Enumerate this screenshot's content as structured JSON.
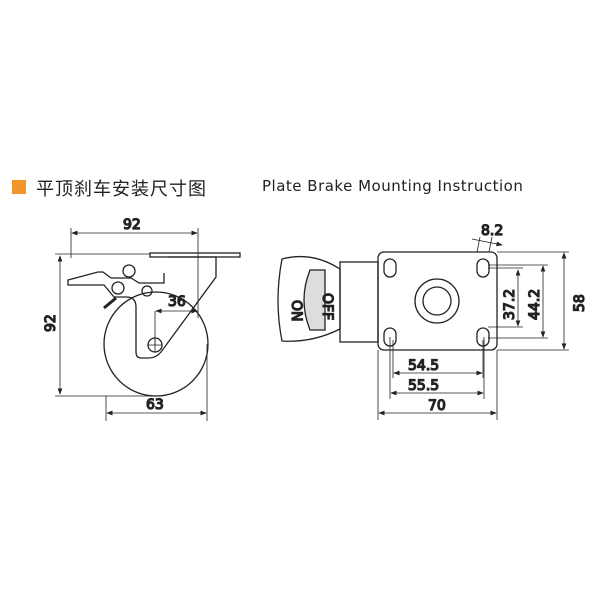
{
  "title": {
    "chinese": "平顶刹车安装尺寸图",
    "english": "Plate Brake Mounting Instruction",
    "accent_color": "#f0962a"
  },
  "side_view": {
    "width": "92",
    "height": "92",
    "offset": "36",
    "wheel_diameter": "63"
  },
  "top_view": {
    "hole_spacing_inner": "54.5",
    "hole_spacing_outer": "55.5",
    "plate_length": "70",
    "hole_diameter": "8.2",
    "hole_spacing_v_inner": "37.2",
    "hole_spacing_v_outer": "44.2",
    "plate_width": "58",
    "pedal_on": "ON",
    "pedal_off": "OFF"
  }
}
